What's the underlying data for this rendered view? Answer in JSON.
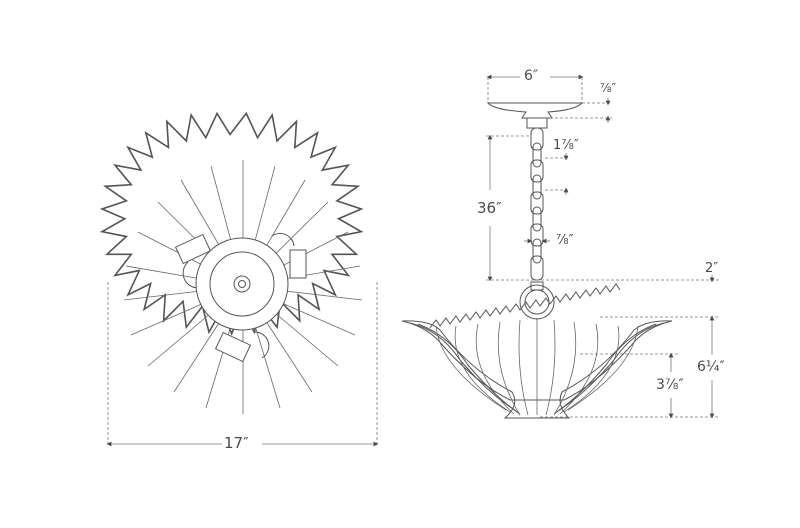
{
  "drawing": {
    "views": [
      "top-view",
      "side-view"
    ],
    "line_color": "#555555",
    "dim_color": "#4a4a4a"
  },
  "dimensions": {
    "overall_width": "17″",
    "canopy_width": "6″",
    "canopy_height": "⅞″",
    "chain_link_length": "1⅞″",
    "chain_length": "36″",
    "chain_link_width": "⅞″",
    "shackle_height": "2″",
    "fixture_height": "6¼″",
    "bowl_base_height": "3⅞″"
  }
}
